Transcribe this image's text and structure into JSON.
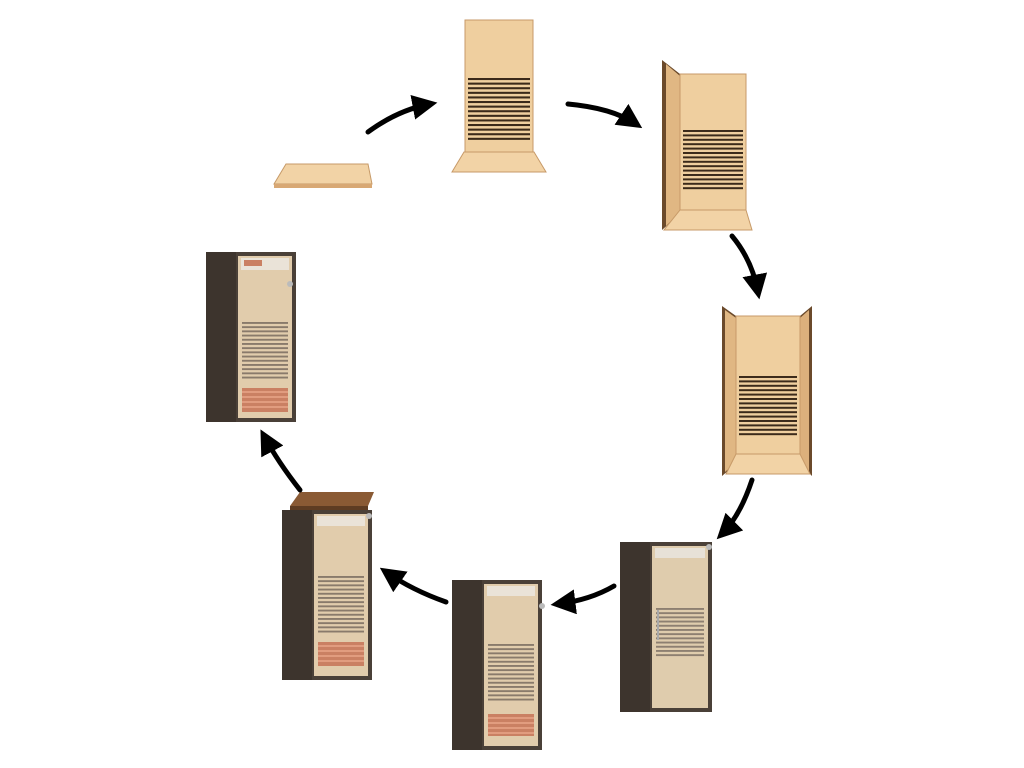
{
  "diagram": {
    "kind": "assembly-sequence",
    "steps": [
      {
        "id": 1,
        "depicts": "floor-panel"
      },
      {
        "id": 2,
        "depicts": "back-wall-with-heater"
      },
      {
        "id": 3,
        "depicts": "left-side-wall-added"
      },
      {
        "id": 4,
        "depicts": "right-side-wall-added"
      },
      {
        "id": 5,
        "depicts": "front-panel-with-glass-door"
      },
      {
        "id": 6,
        "depicts": "bench-with-heater-added"
      },
      {
        "id": 7,
        "depicts": "roof-panel-being-placed"
      },
      {
        "id": 8,
        "depicts": "completed-cabin"
      }
    ],
    "arrow_count": 7
  },
  "colors": {
    "background": "#ffffff",
    "wood": "#ecc99a",
    "wood_light": "#f6ddb4",
    "wood_shadow": "#d8a874",
    "wood_edge": "#b98a58",
    "heater_bar": "#3b2a1a",
    "frame_dark": "#4a4038",
    "frame_darker": "#342c26",
    "glass": "#c9c3bb",
    "bench_heater": "#c8623e",
    "arrow": "#000000"
  }
}
